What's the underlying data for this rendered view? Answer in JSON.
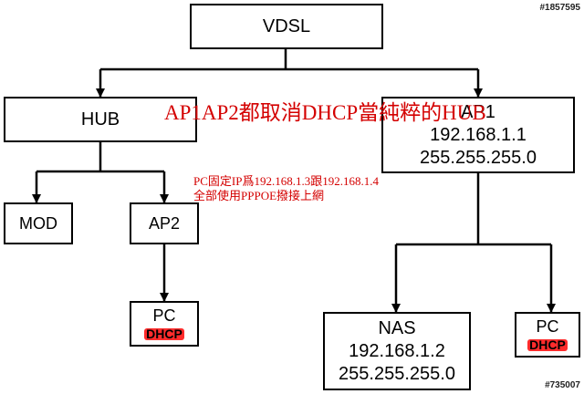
{
  "nodes": {
    "vdsl": {
      "label": "VDSL"
    },
    "hub": {
      "label": "HUB"
    },
    "ap1": {
      "label": "AP1",
      "ip": "192.168.1.1",
      "mask": "255.255.255.0"
    },
    "mod": {
      "label": "MOD"
    },
    "ap2": {
      "label": "AP2"
    },
    "pc_left": {
      "label": "PC",
      "sub": "DHCP"
    },
    "nas": {
      "label": "NAS",
      "ip": "192.168.1.2",
      "mask": "255.255.255.0"
    },
    "pc_right": {
      "label": "PC",
      "sub": "DHCP"
    }
  },
  "notes": {
    "headline": "AP1AP2都取消DHCP當純粹的HUB",
    "line1": "PC固定IP爲192.168.1.3跟192.168.1.4",
    "line2": "全部使用PPPOE撥接上網"
  },
  "watermarks": {
    "top": "#1857595",
    "bottom": "#735007"
  },
  "colors": {
    "line": "#000000",
    "note": "#d40000",
    "scribble": "#ff1a1a"
  }
}
